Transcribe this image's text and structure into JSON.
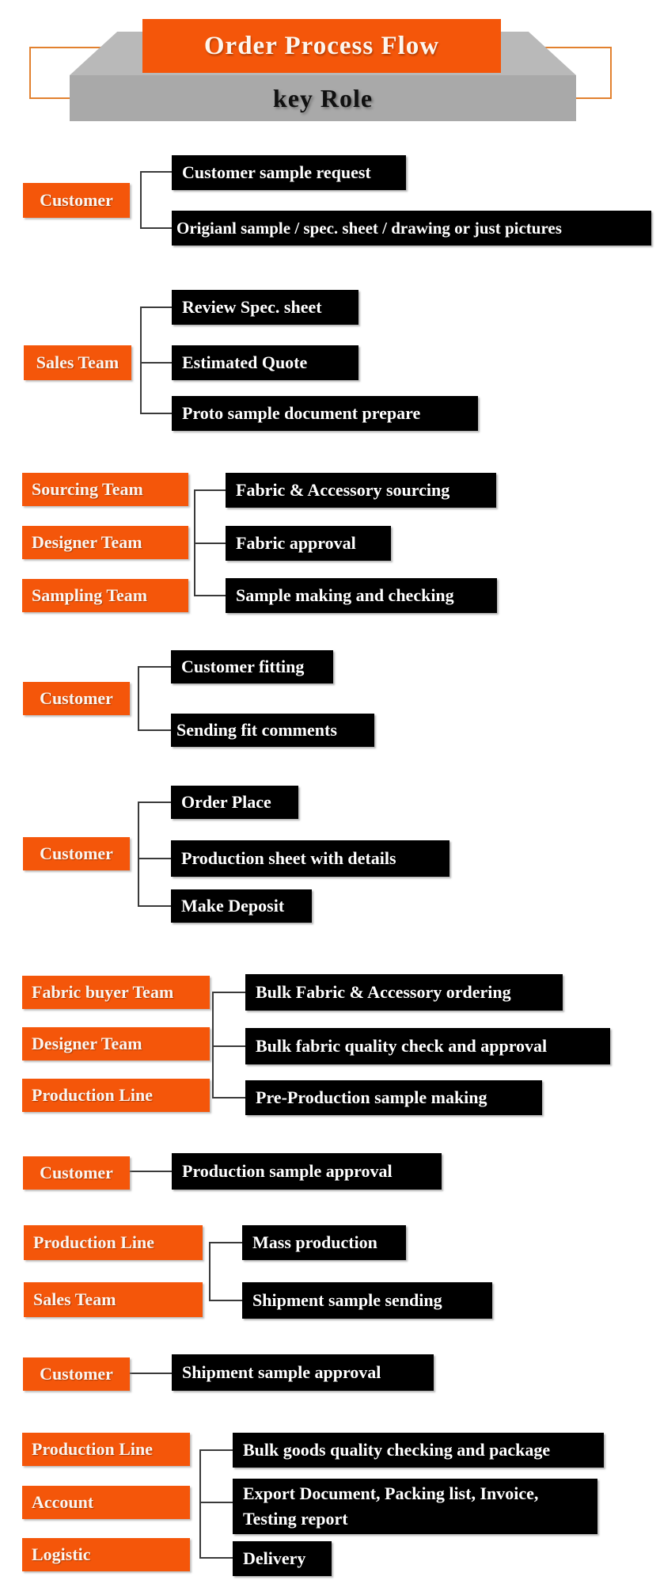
{
  "header": {
    "title": "Order Process Flow",
    "subtitle": "key Role"
  },
  "groups": [
    {
      "roles": [
        "Customer"
      ],
      "steps": [
        "Customer sample request",
        "Origianl sample / spec. sheet / drawing or just pictures"
      ]
    },
    {
      "roles": [
        "Sales Team"
      ],
      "steps": [
        "Review Spec. sheet",
        "Estimated Quote",
        "Proto sample document prepare"
      ]
    },
    {
      "roles": [
        "Sourcing Team",
        "Designer Team",
        "Sampling Team"
      ],
      "steps": [
        "Fabric & Accessory sourcing",
        "Fabric approval",
        "Sample making and checking"
      ]
    },
    {
      "roles": [
        "Customer"
      ],
      "steps": [
        "Customer fitting",
        "Sending fit comments"
      ]
    },
    {
      "roles": [
        "Customer"
      ],
      "steps": [
        "Order Place",
        "Production sheet with details",
        "Make Deposit"
      ]
    },
    {
      "roles": [
        "Fabric buyer Team",
        "Designer Team",
        "Production Line"
      ],
      "steps": [
        "Bulk Fabric & Accessory ordering",
        "Bulk fabric quality check and approval",
        "Pre-Production sample making"
      ]
    },
    {
      "roles": [
        "Customer"
      ],
      "steps": [
        "Production sample approval"
      ]
    },
    {
      "roles": [
        "Production Line",
        "Sales Team"
      ],
      "steps": [
        "Mass production",
        "Shipment sample sending"
      ]
    },
    {
      "roles": [
        "Customer"
      ],
      "steps": [
        "Shipment sample approval"
      ]
    },
    {
      "roles": [
        "Production Line",
        "Account",
        "Logistic"
      ],
      "steps": [
        "Bulk goods quality checking and package",
        "Export Document, Packing list, Invoice,\nTesting report",
        "Delivery"
      ]
    }
  ],
  "colors": {
    "accent_orange": "#F4560A",
    "outline_orange": "#E2812F",
    "podium_top": "#B9B9B9",
    "podium_front": "#A9A9A9",
    "step_bg": "#000000",
    "step_text": "#FFFFFF",
    "role_text": "#FFFFFF",
    "connector": "#3A3A3A"
  }
}
